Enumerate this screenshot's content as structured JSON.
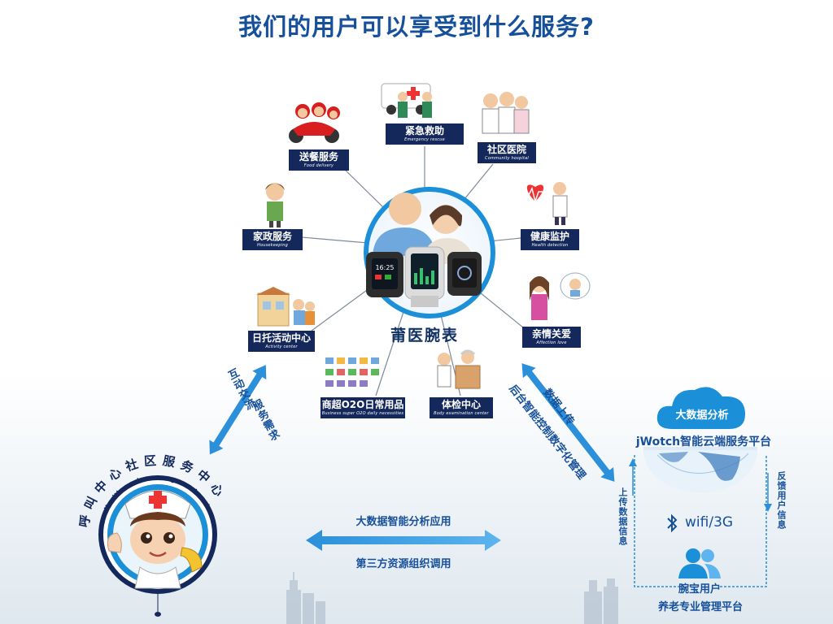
{
  "title": "我们的用户可以享受到什么服务?",
  "hub_label": "莆医腕表",
  "services": [
    {
      "cn": "紧急救助",
      "en": "Emergency rescue",
      "icon": "ambulance-icon"
    },
    {
      "cn": "社区医院",
      "en": "Community hospital",
      "icon": "doctors-icon"
    },
    {
      "cn": "健康监护",
      "en": "Health detection",
      "icon": "heart-monitor-icon"
    },
    {
      "cn": "亲情关爱",
      "en": "Affection love",
      "icon": "family-call-icon"
    },
    {
      "cn": "体检中心",
      "en": "Body examination center",
      "icon": "examination-icon"
    },
    {
      "cn": "商超O2O日常用品",
      "en": "Business super O2O daily necessities",
      "icon": "shopping-icon"
    },
    {
      "cn": "日托活动中心",
      "en": "Activity center",
      "icon": "activity-center-icon"
    },
    {
      "cn": "家政服务",
      "en": "Housekeeping",
      "icon": "housekeeper-icon"
    },
    {
      "cn": "送餐服务",
      "en": "Food delivery",
      "icon": "food-delivery-icon"
    }
  ],
  "left_arrow": {
    "label1": "互动交流",
    "label2": "服务需求"
  },
  "right_arrow": {
    "label1": "数据上传",
    "label2": "后台智能控制数字化管理"
  },
  "bottom_arrow": {
    "label1": "大数据智能分析应用",
    "label2": "第三方资源组织调用"
  },
  "health_center": {
    "cn": "呼叫中心社区服务中心",
    "en": "Health service management center"
  },
  "cloud": {
    "cloud_label": "大数据分析",
    "platform": "jWotch智能云端服务平台",
    "upload": "上传数据信息",
    "feedback": "反馈用户信息",
    "connectivity": "wifi/3G",
    "users_label": "腕宝用户",
    "elder_platform": "养老专业管理平台"
  },
  "watch_time": "16:25",
  "colors": {
    "navy": "#14285c",
    "blue": "#1b8fd8",
    "title_blue": "#16509a"
  }
}
